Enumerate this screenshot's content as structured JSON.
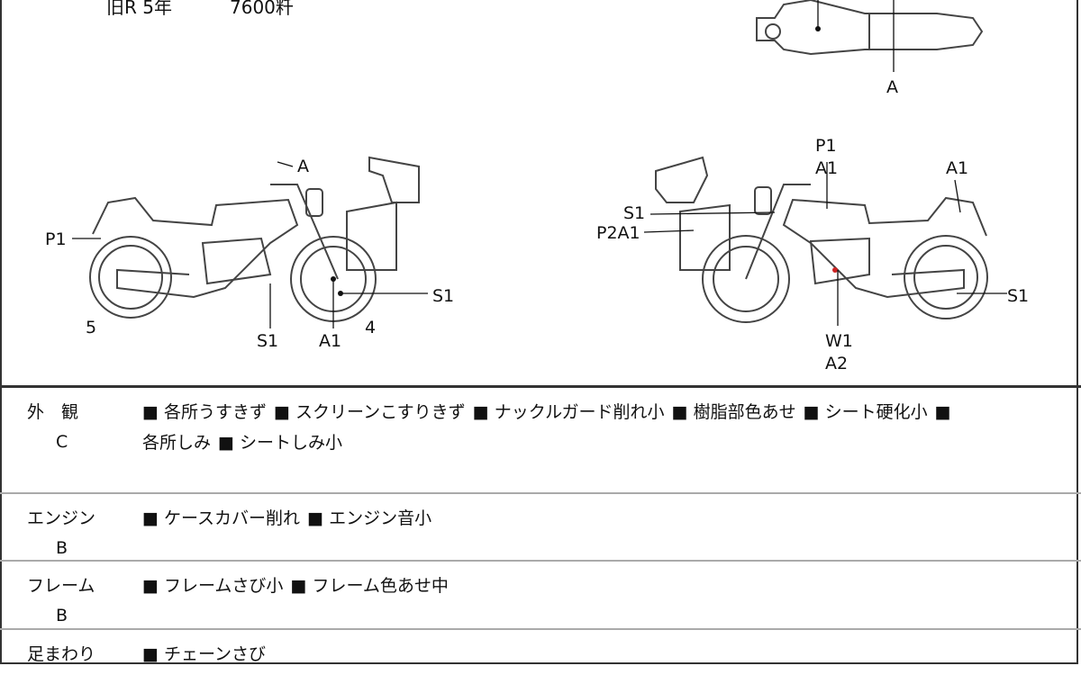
{
  "header": {
    "model_year": "旧R 5年",
    "mileage": "7600粁"
  },
  "diagram": {
    "top_view": {
      "labels": [
        "A"
      ]
    },
    "left_side": {
      "labels": [
        "A",
        "P1",
        "S1",
        "A1",
        "S1",
        "5",
        "4"
      ]
    },
    "right_side": {
      "labels": [
        "P1",
        "A1",
        "A1",
        "S1",
        "P2A1",
        "S1",
        "W1",
        "A2"
      ]
    }
  },
  "condition_table": [
    {
      "category": "外　観",
      "grade": "C",
      "items": [
        "各所うすきず",
        "スクリーンこすりきず",
        "ナックルガード削れ小",
        "樹脂部色あせ",
        "シート硬化小",
        "各所しみ",
        "シートしみ小"
      ]
    },
    {
      "category": "エンジン",
      "grade": "B",
      "items": [
        "ケースカバー削れ",
        "エンジン音小"
      ]
    },
    {
      "category": "フレーム",
      "grade": "B",
      "items": [
        "フレームさび小",
        "フレーム色あせ中"
      ]
    },
    {
      "category": "足まわり",
      "grade": "",
      "items": [
        "チェーンさび"
      ]
    }
  ]
}
